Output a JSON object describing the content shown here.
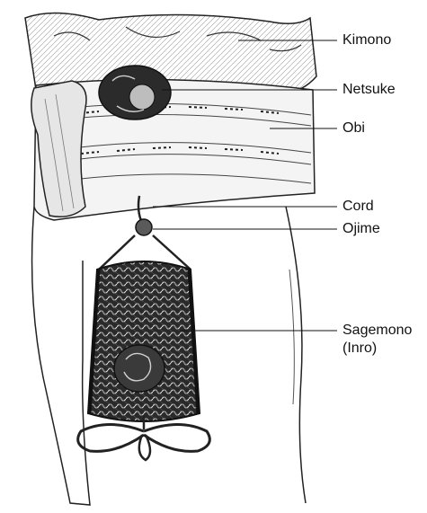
{
  "diagram": {
    "labels": {
      "kimono": "Kimono",
      "netsuke": "Netsuke",
      "obi": "Obi",
      "cord": "Cord",
      "ojime": "Ojime",
      "sagemono": "Sagemono",
      "inro": "(Inro)"
    },
    "colors": {
      "ink": "#111111",
      "paper": "#ffffff",
      "shade": "#6e6e6e",
      "dark": "#1e1e1e"
    }
  }
}
